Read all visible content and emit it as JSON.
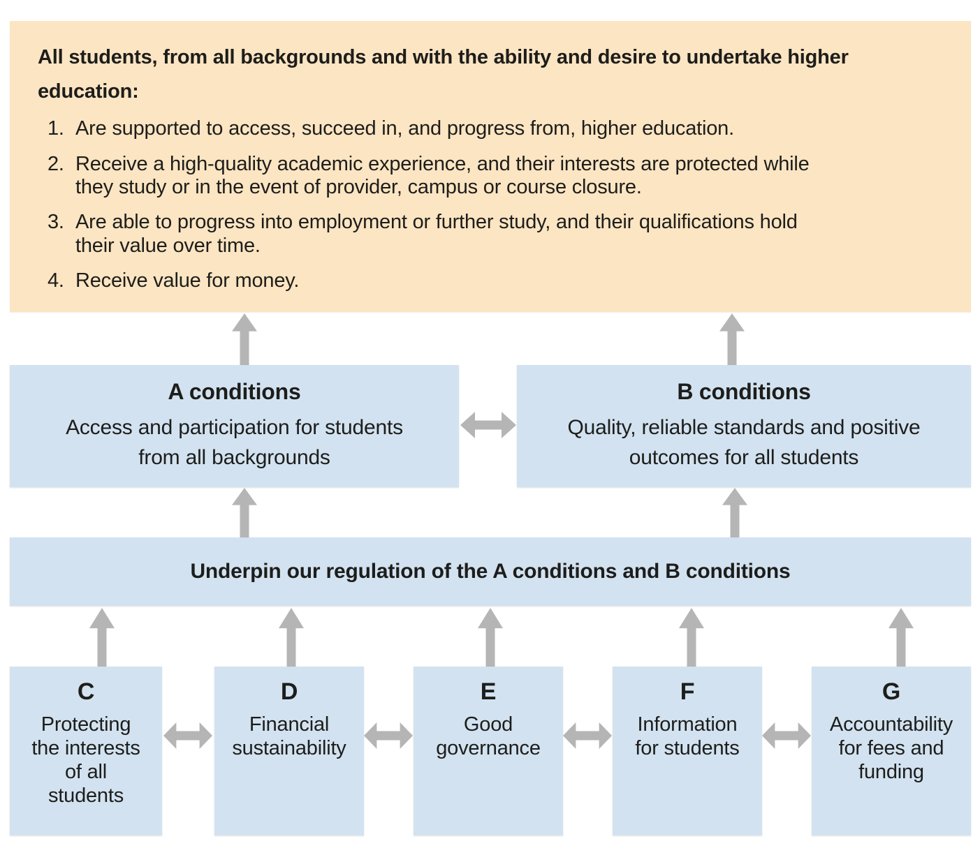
{
  "colors": {
    "top_box_bg": "#fce5c2",
    "blue_box_bg": "#d2e2f0",
    "arrow": "#b5b5b5",
    "text": "#1d1d1b",
    "page_bg": "#ffffff"
  },
  "top_box": {
    "heading": "All students, from all backgrounds and with the ability and desire to undertake higher\neducation:",
    "items": [
      {
        "number": "1.",
        "text": "Are supported to access, succeed in, and progress from, higher education."
      },
      {
        "number": "2.",
        "text": "Receive a high-quality academic experience, and their interests are protected while\nthey study or in the event of provider, campus or course closure."
      },
      {
        "number": "3.",
        "text": "Are able to progress into employment or further study, and their qualifications hold\ntheir value over time."
      },
      {
        "number": "4.",
        "text": "Receive value for money."
      }
    ]
  },
  "condition_boxes": {
    "a": {
      "title": "A conditions",
      "description": "Access and participation for students\nfrom all backgrounds"
    },
    "b": {
      "title": "B conditions",
      "description": "Quality, reliable standards and positive\noutcomes for all students"
    }
  },
  "underpin_box": {
    "label": "Underpin our regulation of the A conditions and B conditions"
  },
  "bottom_boxes": [
    {
      "letter": "C",
      "label": "Protecting\nthe interests\nof all\nstudents"
    },
    {
      "letter": "D",
      "label": "Financial\nsustainability"
    },
    {
      "letter": "E",
      "label": "Good\ngovernance"
    },
    {
      "letter": "F",
      "label": "Information\nfor students"
    },
    {
      "letter": "G",
      "label": "Accountability\nfor fees and\nfunding"
    }
  ]
}
